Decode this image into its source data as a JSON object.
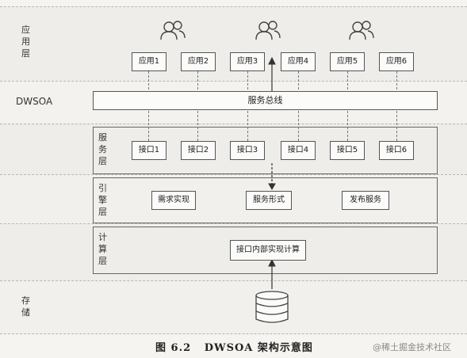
{
  "layers": {
    "app": {
      "label": "应用层"
    },
    "dwsoa": {
      "label": "DWSOA"
    },
    "service": {
      "label": "服务层"
    },
    "engine": {
      "label": "引擎层"
    },
    "compute": {
      "label": "计算层"
    },
    "storage": {
      "label": "存储"
    }
  },
  "apps": [
    "应用1",
    "应用2",
    "应用3",
    "应用4",
    "应用5",
    "应用6"
  ],
  "bus": {
    "label": "服务总线"
  },
  "interfaces": [
    "接口1",
    "接口2",
    "接口3",
    "接口4",
    "接口5",
    "接口6"
  ],
  "engine_items": [
    "需求实现",
    "服务形式",
    "发布服务"
  ],
  "compute_item": "接口内部实现计算",
  "icons": {
    "user": "user-group-icon",
    "database": "database-icon",
    "arrow": "arrow-icon"
  },
  "caption": "图 6.2   DWSOA 架构示意图",
  "watermark": "@稀土掘金技术社区"
}
